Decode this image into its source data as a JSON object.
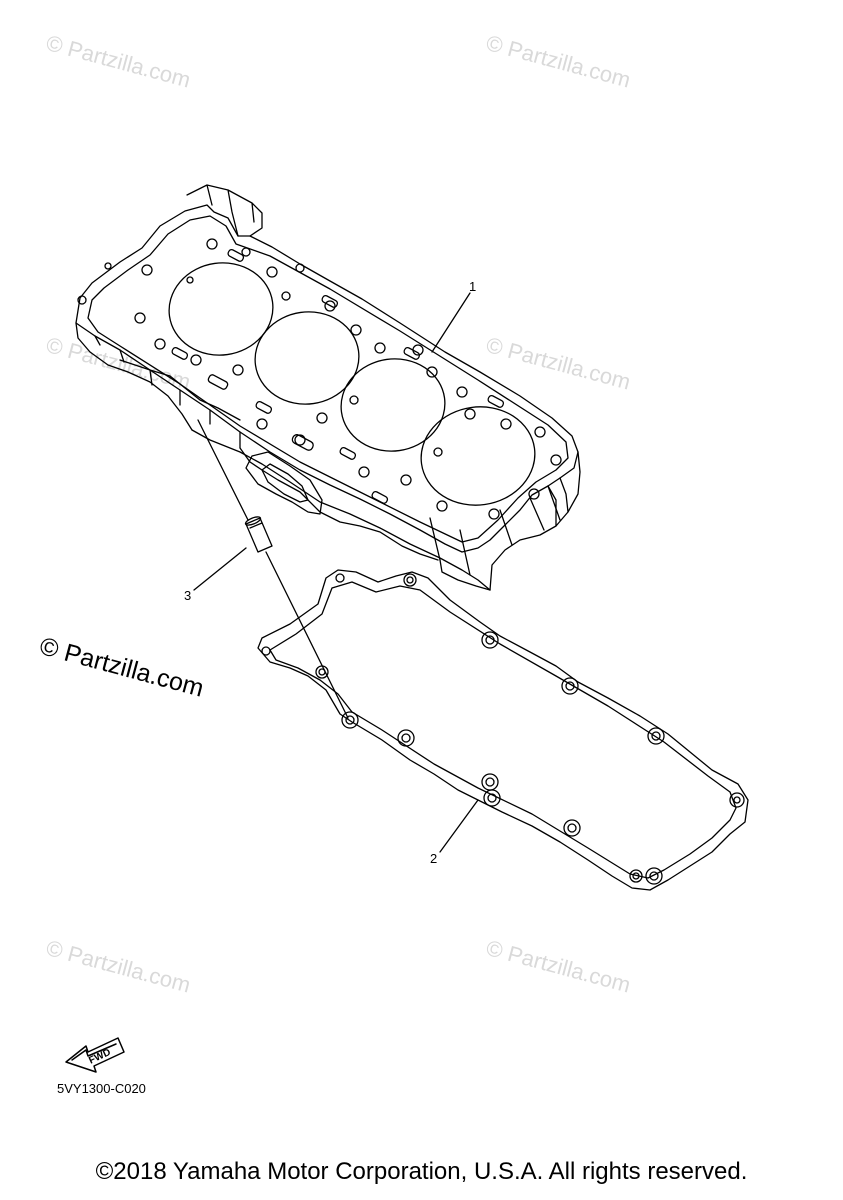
{
  "watermark": {
    "text": "© Partzilla.com",
    "primary_text": "© Partzilla.com"
  },
  "callouts": [
    {
      "number": "1"
    },
    {
      "number": "2"
    },
    {
      "number": "3"
    }
  ],
  "fwd_label": "FWD",
  "diagram_code": "5VY1300-C020",
  "copyright": "©2018 Yamaha Motor Corporation, U.S.A. All rights reserved.",
  "colors": {
    "line": "#000000",
    "watermark": "#d9d9d9",
    "background": "#ffffff"
  }
}
